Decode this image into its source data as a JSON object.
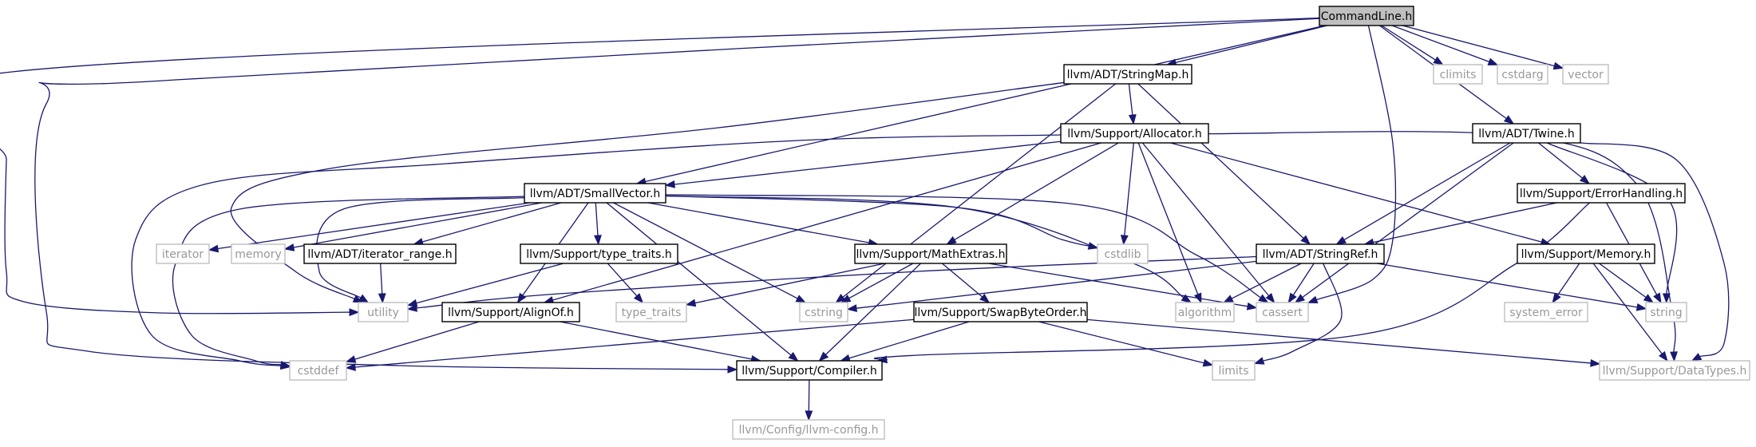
{
  "colors": {
    "edge": "#191970",
    "root_fill": "#bfbfbf",
    "documented_border": "#000000",
    "external_border": "#bfbfbf",
    "external_text": "#999999",
    "text": "#000000"
  },
  "nodes": [
    {
      "id": "commandline",
      "label": "CommandLine.h",
      "kind": "root"
    },
    {
      "id": "stringmap",
      "label": "llvm/ADT/StringMap.h",
      "kind": "documented"
    },
    {
      "id": "climits",
      "label": "climits",
      "kind": "external"
    },
    {
      "id": "cstdarg",
      "label": "cstdarg",
      "kind": "external"
    },
    {
      "id": "vector",
      "label": "vector",
      "kind": "external"
    },
    {
      "id": "twine",
      "label": "llvm/ADT/Twine.h",
      "kind": "documented"
    },
    {
      "id": "allocator",
      "label": "llvm/Support/Allocator.h",
      "kind": "documented"
    },
    {
      "id": "errorhandling",
      "label": "llvm/Support/ErrorHandling.h",
      "kind": "documented"
    },
    {
      "id": "smallvector",
      "label": "llvm/ADT/SmallVector.h",
      "kind": "documented"
    },
    {
      "id": "cstdlib",
      "label": "cstdlib",
      "kind": "external"
    },
    {
      "id": "iterator",
      "label": "iterator",
      "kind": "external"
    },
    {
      "id": "memory",
      "label": "memory",
      "kind": "external"
    },
    {
      "id": "iterator_range",
      "label": "llvm/ADT/iterator_range.h",
      "kind": "documented"
    },
    {
      "id": "type_traits_h",
      "label": "llvm/Support/type_traits.h",
      "kind": "documented"
    },
    {
      "id": "mathextras",
      "label": "llvm/Support/MathExtras.h",
      "kind": "documented"
    },
    {
      "id": "stringref",
      "label": "llvm/ADT/StringRef.h",
      "kind": "documented"
    },
    {
      "id": "supportmemory",
      "label": "llvm/Support/Memory.h",
      "kind": "documented"
    },
    {
      "id": "utility",
      "label": "utility",
      "kind": "external"
    },
    {
      "id": "alignof",
      "label": "llvm/Support/AlignOf.h",
      "kind": "documented"
    },
    {
      "id": "type_traits",
      "label": "type_traits",
      "kind": "external"
    },
    {
      "id": "cstring",
      "label": "cstring",
      "kind": "external"
    },
    {
      "id": "swapbyteorder",
      "label": "llvm/Support/SwapByteOrder.h",
      "kind": "documented"
    },
    {
      "id": "algorithm",
      "label": "algorithm",
      "kind": "external"
    },
    {
      "id": "cassert",
      "label": "cassert",
      "kind": "external"
    },
    {
      "id": "system_error",
      "label": "system_error",
      "kind": "external"
    },
    {
      "id": "string",
      "label": "string",
      "kind": "external"
    },
    {
      "id": "cstddef",
      "label": "cstddef",
      "kind": "external"
    },
    {
      "id": "compiler",
      "label": "llvm/Support/Compiler.h",
      "kind": "documented"
    },
    {
      "id": "limits",
      "label": "limits",
      "kind": "external"
    },
    {
      "id": "datatypes",
      "label": "llvm/Support/DataTypes.h",
      "kind": "external"
    },
    {
      "id": "llvmconfig",
      "label": "llvm/Config/llvm-config.h",
      "kind": "external"
    }
  ],
  "edges": [
    {
      "from": "commandline",
      "to": "stringmap"
    },
    {
      "from": "commandline",
      "to": "climits"
    },
    {
      "from": "commandline",
      "to": "cstdarg"
    },
    {
      "from": "commandline",
      "to": "vector"
    },
    {
      "from": "commandline",
      "to": "twine"
    },
    {
      "from": "commandline",
      "to": "smallvector"
    },
    {
      "from": "commandline",
      "to": "utility"
    },
    {
      "from": "commandline",
      "to": "compiler"
    },
    {
      "from": "commandline",
      "to": "cassert"
    },
    {
      "from": "stringmap",
      "to": "allocator"
    },
    {
      "from": "stringmap",
      "to": "stringref"
    },
    {
      "from": "stringmap",
      "to": "cstring"
    },
    {
      "from": "stringmap",
      "to": "utility"
    },
    {
      "from": "allocator",
      "to": "smallvector"
    },
    {
      "from": "allocator",
      "to": "alignof"
    },
    {
      "from": "allocator",
      "to": "mathextras"
    },
    {
      "from": "allocator",
      "to": "supportmemory"
    },
    {
      "from": "allocator",
      "to": "cstdlib"
    },
    {
      "from": "allocator",
      "to": "algorithm"
    },
    {
      "from": "allocator",
      "to": "cassert"
    },
    {
      "from": "allocator",
      "to": "cstddef"
    },
    {
      "from": "allocator",
      "to": "datatypes"
    },
    {
      "from": "twine",
      "to": "errorhandling"
    },
    {
      "from": "twine",
      "to": "stringref"
    },
    {
      "from": "twine",
      "to": "cassert"
    },
    {
      "from": "twine",
      "to": "string"
    },
    {
      "from": "twine",
      "to": "datatypes"
    },
    {
      "from": "errorhandling",
      "to": "stringref"
    },
    {
      "from": "errorhandling",
      "to": "compiler"
    },
    {
      "from": "errorhandling",
      "to": "string"
    },
    {
      "from": "smallvector",
      "to": "iterator"
    },
    {
      "from": "smallvector",
      "to": "memory"
    },
    {
      "from": "smallvector",
      "to": "iterator_range"
    },
    {
      "from": "smallvector",
      "to": "type_traits_h"
    },
    {
      "from": "smallvector",
      "to": "alignof"
    },
    {
      "from": "smallvector",
      "to": "mathextras"
    },
    {
      "from": "smallvector",
      "to": "compiler"
    },
    {
      "from": "smallvector",
      "to": "cstring"
    },
    {
      "from": "smallvector",
      "to": "cstdlib"
    },
    {
      "from": "smallvector",
      "to": "algorithm"
    },
    {
      "from": "smallvector",
      "to": "cassert"
    },
    {
      "from": "smallvector",
      "to": "cstddef"
    },
    {
      "from": "smallvector",
      "to": "utility"
    },
    {
      "from": "iterator_range",
      "to": "utility"
    },
    {
      "from": "type_traits_h",
      "to": "utility"
    },
    {
      "from": "type_traits_h",
      "to": "type_traits"
    },
    {
      "from": "mathextras",
      "to": "swapbyteorder"
    },
    {
      "from": "mathextras",
      "to": "compiler"
    },
    {
      "from": "mathextras",
      "to": "cstring"
    },
    {
      "from": "mathextras",
      "to": "cassert"
    },
    {
      "from": "mathextras",
      "to": "type_traits"
    },
    {
      "from": "stringref",
      "to": "utility"
    },
    {
      "from": "stringref",
      "to": "algorithm"
    },
    {
      "from": "stringref",
      "to": "cassert"
    },
    {
      "from": "stringref",
      "to": "cstring"
    },
    {
      "from": "stringref",
      "to": "limits"
    },
    {
      "from": "stringref",
      "to": "string"
    },
    {
      "from": "supportmemory",
      "to": "system_error"
    },
    {
      "from": "supportmemory",
      "to": "string"
    },
    {
      "from": "supportmemory",
      "to": "datatypes"
    },
    {
      "from": "alignof",
      "to": "compiler"
    },
    {
      "from": "alignof",
      "to": "cstddef"
    },
    {
      "from": "swapbyteorder",
      "to": "compiler"
    },
    {
      "from": "swapbyteorder",
      "to": "cstddef"
    },
    {
      "from": "swapbyteorder",
      "to": "limits"
    },
    {
      "from": "swapbyteorder",
      "to": "datatypes"
    },
    {
      "from": "compiler",
      "to": "llvmconfig"
    }
  ]
}
